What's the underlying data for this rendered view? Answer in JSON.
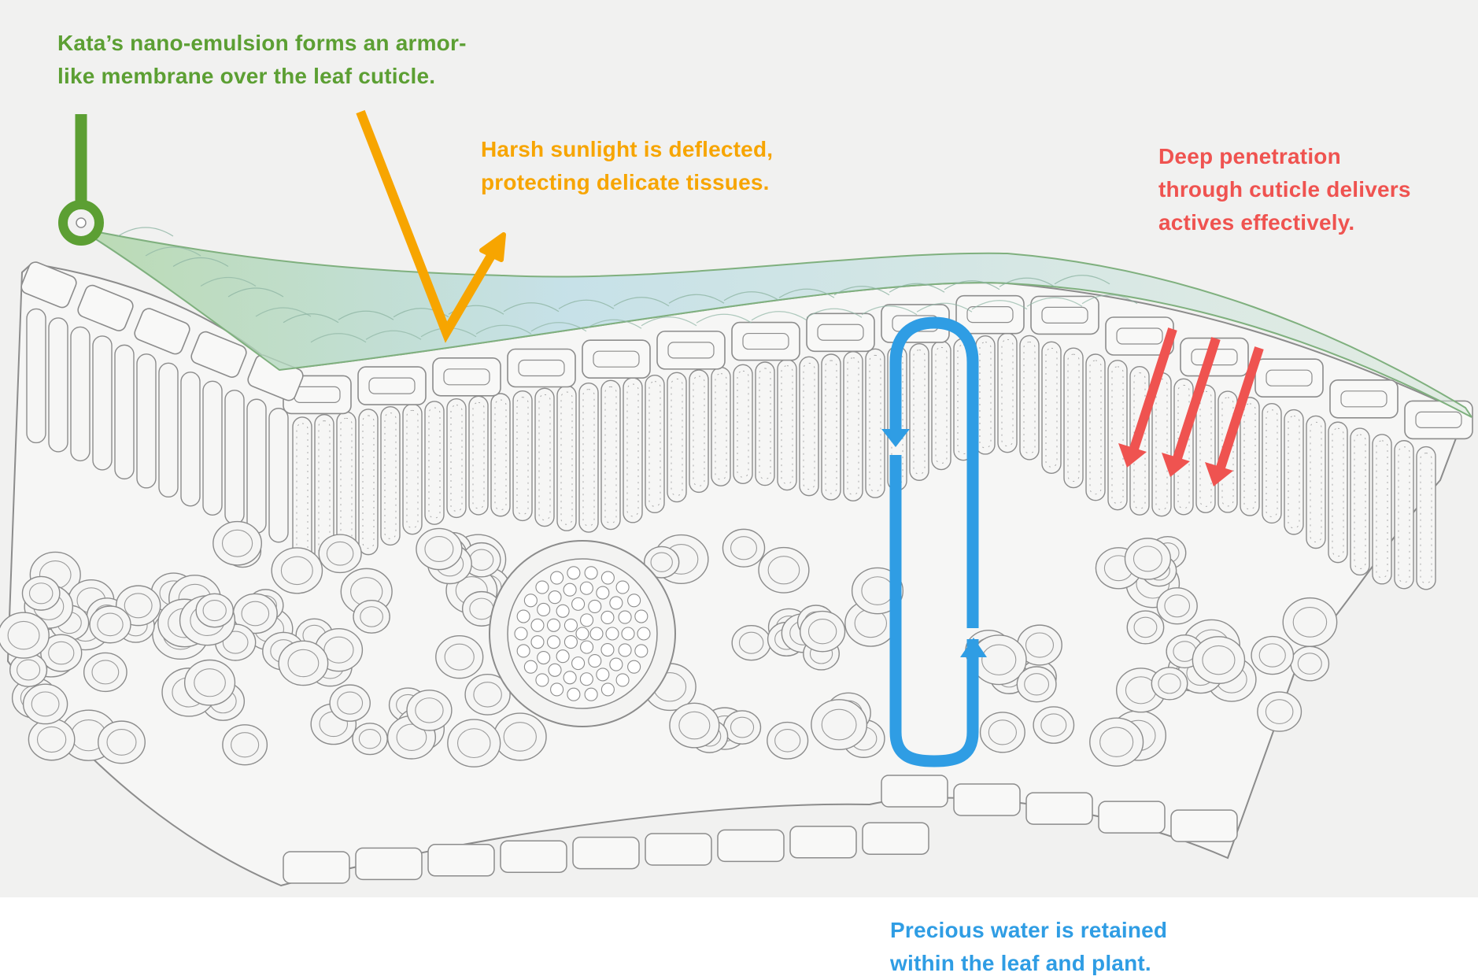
{
  "colors": {
    "background_panel": "#f1f1f0",
    "background_page": "#ffffff",
    "cell_stroke": "#8c8c8c",
    "membrane": "#7fb07e",
    "membrane_fill": "#bcd9c6",
    "green": "#5c9f33",
    "orange": "#f7a500",
    "red": "#ef5350",
    "blue": "#2f9de4"
  },
  "icons": {
    "membrane_pointer": "pin-line-with-ring-icon",
    "sunlight_ray": "deflected-arrow-icon",
    "penetration": "diagonal-down-arrows-icon",
    "water_cycle": "closed-loop-arrows-icon"
  },
  "annotations": {
    "membrane": {
      "line1": "Kata’s nano-emulsion forms an armor-",
      "line2": "like membrane over the leaf cuticle."
    },
    "sunlight": {
      "line1": "Harsh sunlight is deflected,",
      "line2": "protecting delicate tissues."
    },
    "penetration": {
      "line1": "Deep penetration",
      "line2": "through cuticle delivers",
      "line3": "actives effectively."
    },
    "water": {
      "line1": "Precious water is retained",
      "line2": "within the leaf and plant."
    }
  }
}
